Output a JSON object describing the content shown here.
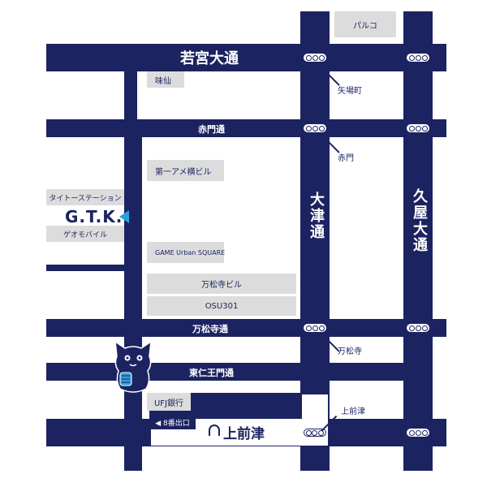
{
  "roads": {
    "wakamiya": "若宮大通",
    "akamon": "赤門通",
    "manshoji": "万松寺通",
    "higashi_niomon": "東仁王門通",
    "otsu": "大津通",
    "hisaya": "久屋大通"
  },
  "stations": {
    "yabacho": "矢場町",
    "akamon": "赤門",
    "manshoji": "万松寺",
    "kamimaezu": "上前津",
    "kamimaezu_big": "上前津",
    "exit": "◀ 8番出口"
  },
  "buildings": {
    "parco": "パルコ",
    "misen": "味仙",
    "daiichi_ameyoko": "第一アメ横ビル",
    "taito_station": "タイトーステーション",
    "geo_mobile": "ゲオモバイル",
    "game_urban_square": "GAME Urban SQUARE",
    "manshoji_bldg": "万松寺ビル",
    "osu301": "OSU301",
    "ufj": "UFJ銀行"
  },
  "logo": {
    "text": "G.T.K.",
    "color": "#1c2361",
    "accent": "#2aa3d8"
  },
  "colors": {
    "road": "#1c2361",
    "building": "#dcdcdc"
  }
}
